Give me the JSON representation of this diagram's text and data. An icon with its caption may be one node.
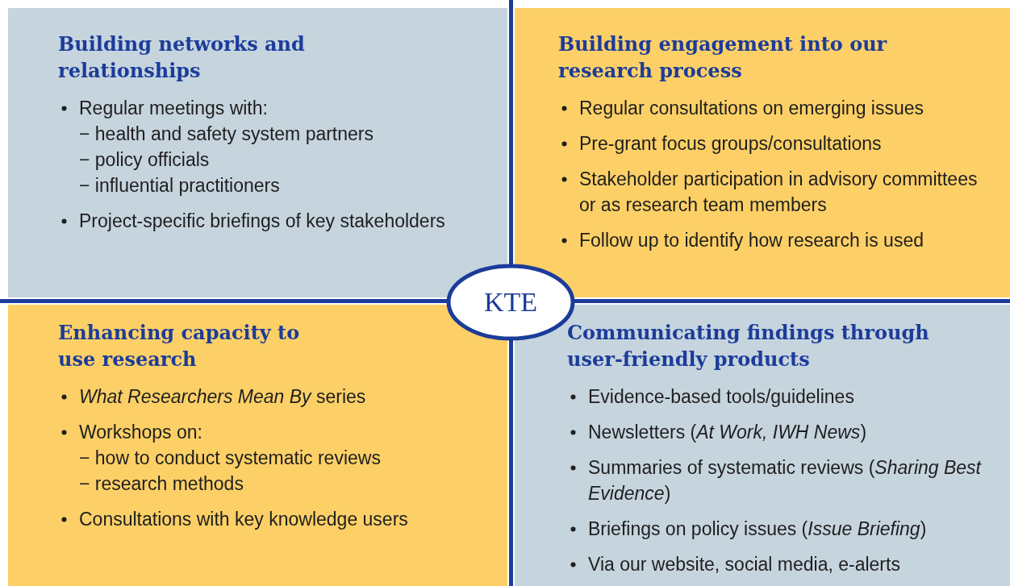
{
  "diagram": {
    "nodes": [
      {
        "text": [
          "Building networks and relationships",
          "Regular meetings with:",
          "− health and safety system partners",
          "− policy officials",
          "− influential practitioners",
          "Project-specific briefings of key stakeholders"
        ]
      },
      {
        "text": [
          "Building engagement into our research process",
          "Regular consultations on emerging issues",
          "Pre-grant focus groups/consultations",
          "Stakeholder participation in advisory committees or as research team members",
          "Follow up to identify how research is used"
        ]
      },
      {
        "text": [
          "KTE"
        ]
      },
      {
        "text": [
          "Enhancing capacity to use research",
          "*What Researchers Mean By* series",
          "Workshops on:",
          "− how to conduct systematic reviews",
          "− research methods",
          "Consultations with key knowledge users"
        ]
      },
      {
        "text": [
          "Communicating findings through user-friendly products",
          "Evidence-based tools/guidelines",
          "Newsletters (*At Work, IWH News*)",
          "Summaries of systematic reviews (*Sharing Best Evidence*)",
          "Briefings on policy issues (*Issue Briefing*)",
          "Via our website, social media, e-alerts"
        ]
      }
    ],
    "edges": []
  }
}
